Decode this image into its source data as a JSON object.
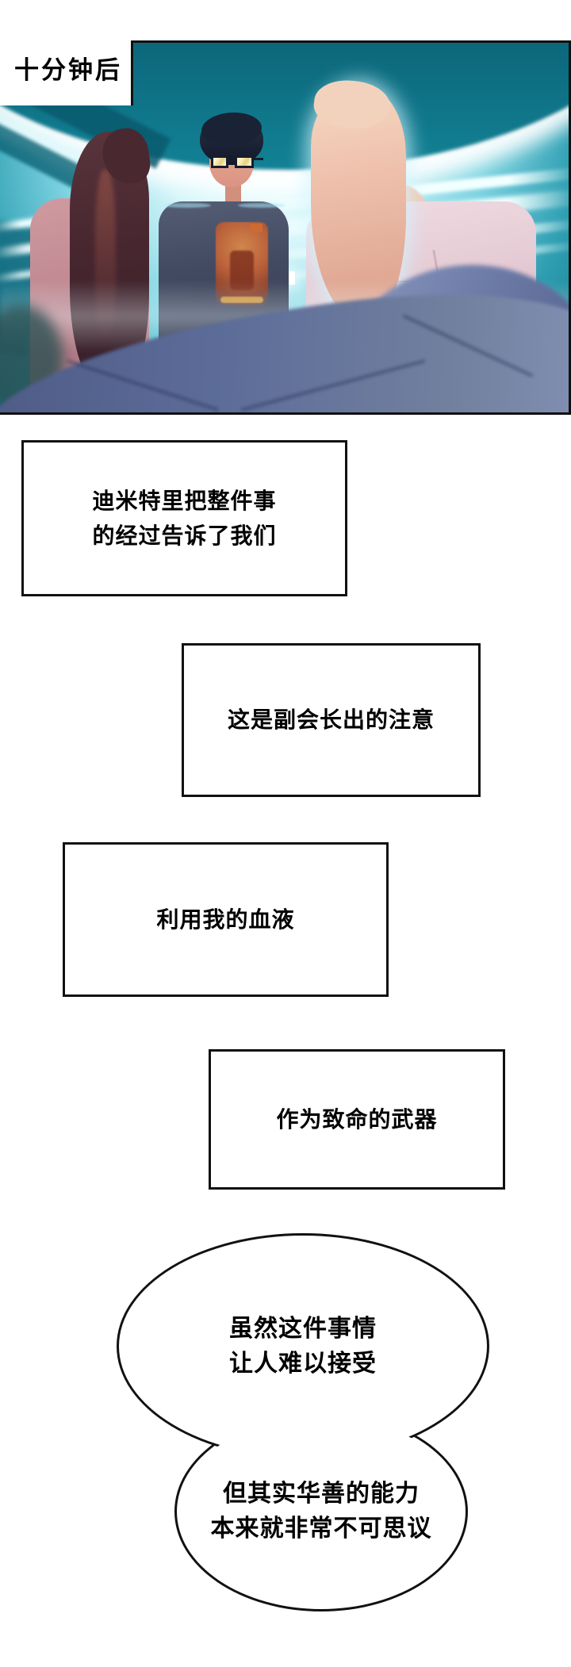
{
  "page": {
    "background": "#ffffff",
    "border_color": "#111111"
  },
  "time_label": {
    "text": "十分钟后"
  },
  "panel": {
    "description": "three characters standing in a teal-lit sci-fi room, viewed from a bed with a blue blanket in the foreground",
    "colors": {
      "room_teal": "#0d6a80",
      "glow_white": "#f4feff",
      "blanket_blue": "#5d6d99",
      "woman_shirt": "#c18a93",
      "man_shirt": "#434b63",
      "shirt_graphic_orange": "#c2643a",
      "doctor_coat": "#e6cdd6",
      "doctor_hair": "#eec0ab"
    }
  },
  "caption_boxes": [
    {
      "lines": [
        "迪米特里把整件事",
        "的经过告诉了我们"
      ]
    },
    {
      "lines": [
        "这是副会长出的注意"
      ]
    },
    {
      "lines": [
        "利用我的血液"
      ]
    },
    {
      "lines": [
        "作为致命的武器"
      ]
    }
  ],
  "speech_bubbles": [
    {
      "lines": [
        "虽然这件事情",
        "让人难以接受"
      ]
    },
    {
      "lines": [
        "但其实华善的能力",
        "本来就非常不可思议"
      ]
    }
  ]
}
